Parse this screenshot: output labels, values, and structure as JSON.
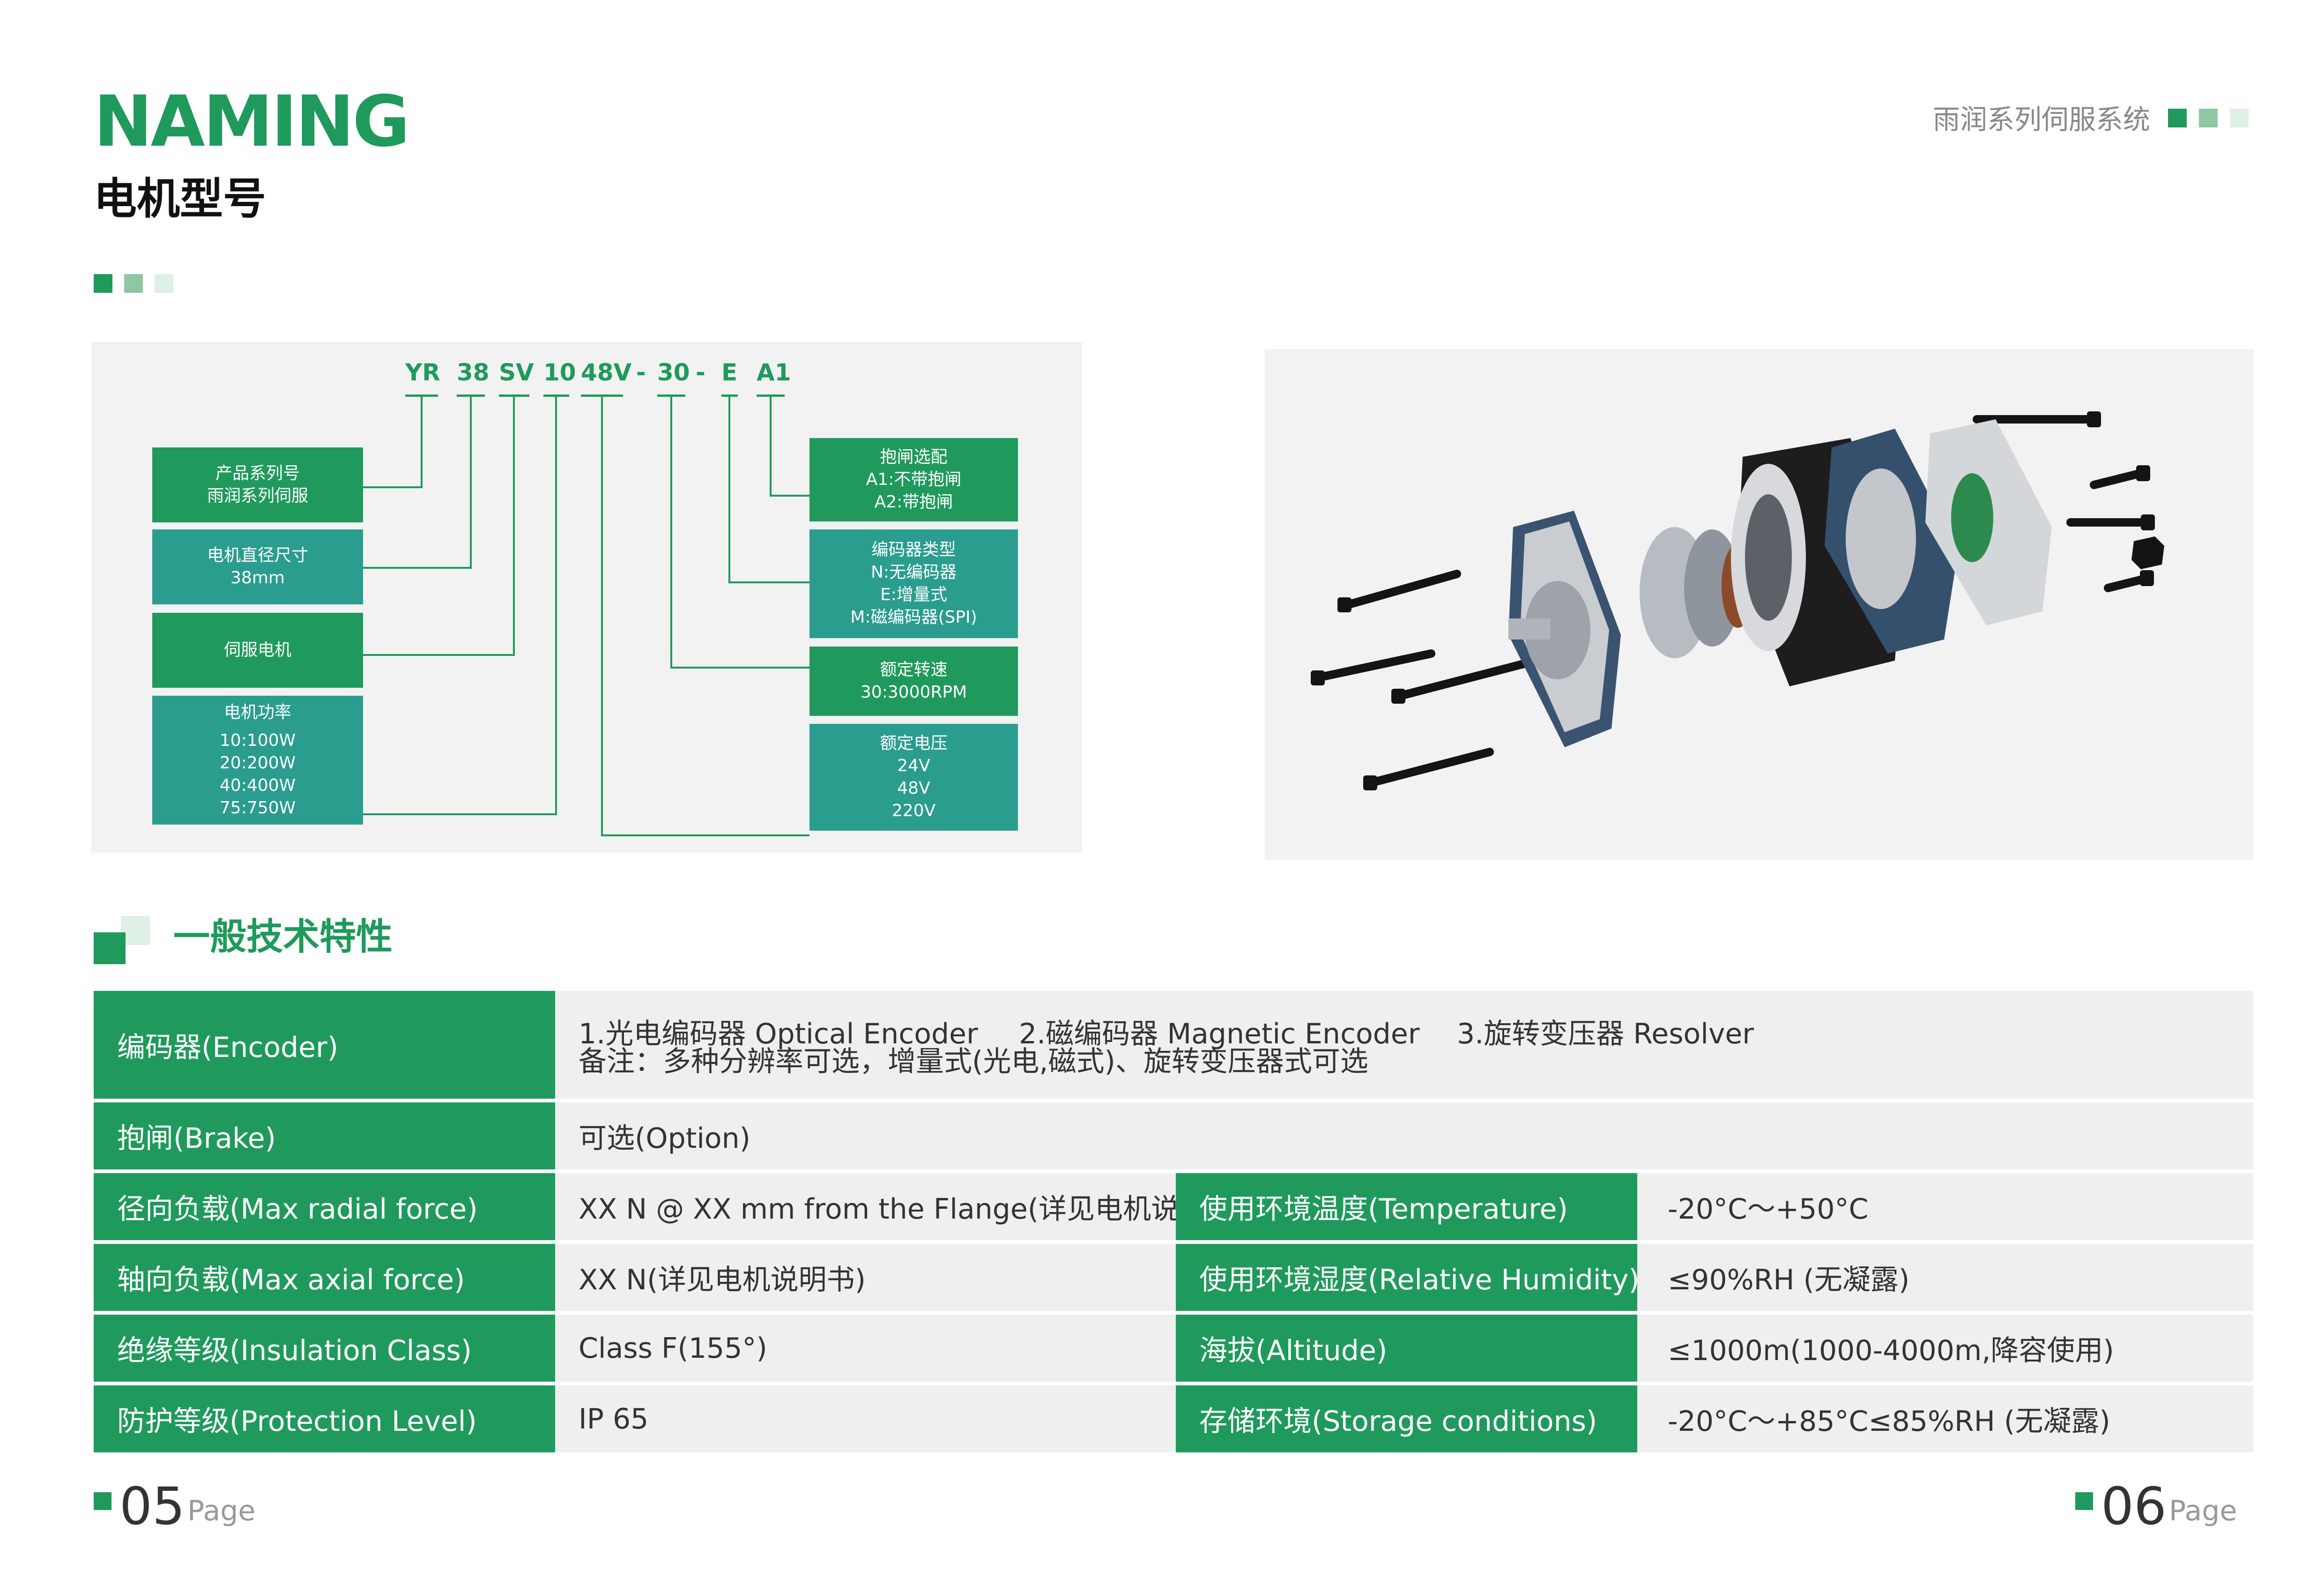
{
  "header": {
    "title_en": "NAMING",
    "title_cn": "电机型号",
    "series": "雨润系列伺服系统"
  },
  "naming": {
    "code_parts": [
      "YR",
      "38",
      "SV",
      "10",
      "48V",
      "-",
      "30",
      "-",
      "E",
      "A1"
    ],
    "left_boxes": [
      {
        "title": "产品系列号",
        "lines": [
          "雨润系列伺服"
        ]
      },
      {
        "title": "电机直径尺寸",
        "lines": [
          "38mm"
        ]
      },
      {
        "title": "伺服电机",
        "lines": []
      },
      {
        "title": "电机功率",
        "lines": [
          "10:100W",
          "20:200W",
          "40:400W",
          "75:750W"
        ]
      }
    ],
    "right_boxes": [
      {
        "title": "抱闸选配",
        "lines": [
          "A1:不带抱闸",
          "A2:带抱闸"
        ]
      },
      {
        "title": "编码器类型",
        "lines": [
          "N:无编码器",
          "E:增量式",
          "M:磁编码器(SPI)"
        ]
      },
      {
        "title": "额定转速",
        "lines": [
          "30:3000RPM"
        ]
      },
      {
        "title": "额定电压",
        "lines": [
          "24V",
          "48V",
          "220V"
        ]
      }
    ]
  },
  "section": {
    "title": "一般技术特性"
  },
  "specs": {
    "encoder": {
      "label": "编码器(Encoder)",
      "opt1": "1.光电编码器 Optical Encoder",
      "opt2": "2.磁编码器 Magnetic Encoder",
      "opt3": "3.旋转变压器 Resolver",
      "note": "备注：多种分辨率可选，增量式(光电,磁式)、旋转变压器式可选"
    },
    "brake": {
      "label": "抱闸(Brake)",
      "value": "可选(Option)"
    },
    "rows": [
      {
        "label": "径向负载(Max radial force)",
        "value": "XX N @ XX mm from the Flange(详见电机说明书)",
        "label2": "使用环境温度(Temperature)",
        "value2": "-20°C～+50°C"
      },
      {
        "label": "轴向负载(Max axial force)",
        "value": "XX N(详见电机说明书)",
        "label2": "使用环境湿度(Relative Humidity)",
        "value2": "≤90%RH (无凝露)"
      },
      {
        "label": "绝缘等级(Insulation Class)",
        "value": "Class F(155°)",
        "label2": "海拔(Altitude)",
        "value2": "≤1000m(1000-4000m,降容使用)"
      },
      {
        "label": "防护等级(Protection Level)",
        "value": "IP 65",
        "label2": "存储环境(Storage conditions)",
        "value2": "-20°C～+85°C≤85%RH (无凝露)"
      }
    ]
  },
  "footer": {
    "left_page": "05",
    "right_page": "06",
    "page_label": "Page"
  }
}
